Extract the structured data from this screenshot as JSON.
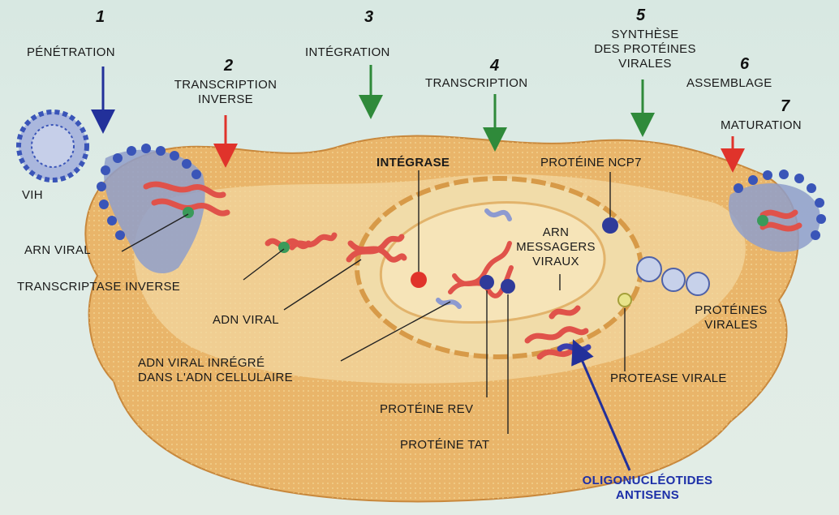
{
  "steps": [
    {
      "number": "1",
      "label": "PÉNÉTRATION"
    },
    {
      "number": "2",
      "label_line1": "TRANSCRIPTION",
      "label_line2": "INVERSE"
    },
    {
      "number": "3",
      "label": "INTÉGRATION"
    },
    {
      "number": "4",
      "label": "TRANSCRIPTION"
    },
    {
      "number": "5",
      "label_line1": "SYNTHÈSE",
      "label_line2": "DES PROTÉINES",
      "label_line3": "VIRALES"
    },
    {
      "number": "6",
      "label": "ASSEMBLAGE"
    },
    {
      "number": "7",
      "label": "MATURATION"
    }
  ],
  "labels": {
    "vih": "VIH",
    "arn_viral": "ARN VIRAL",
    "transcriptase": "TRANSCRIPTASE INVERSE",
    "adn_viral": "ADN VIRAL",
    "adn_integre_1": "ADN VIRAL INRÉGRÉ",
    "adn_integre_2": "DANS L'ADN CELLULAIRE",
    "integrase": "INTÉGRASE",
    "proteine_ncp7": "PROTÉINE NCP7",
    "arn_msg_1": "ARN",
    "arn_msg_2": "MESSAGERS",
    "arn_msg_3": "VIRAUX",
    "proteines_virales_1": "PROTÉINES",
    "proteines_virales_2": "VIRALES",
    "protease": "PROTEASE VIRALE",
    "proteine_rev": "PROTÉINE REV",
    "proteine_tat": "PROTÉINE TAT",
    "oligo_1": "OLIGONUCLÉOTIDES",
    "oligo_2": "ANTISENS"
  },
  "colors": {
    "background": "#dce9e4",
    "cell": "#e9b56a",
    "nucleus": "#f1dca9",
    "arrow_blue": "#22309a",
    "arrow_red": "#e0332b",
    "arrow_green": "#2f8a3a",
    "rna_red": "#e0524a",
    "virus_blue": "#3a55b8"
  }
}
